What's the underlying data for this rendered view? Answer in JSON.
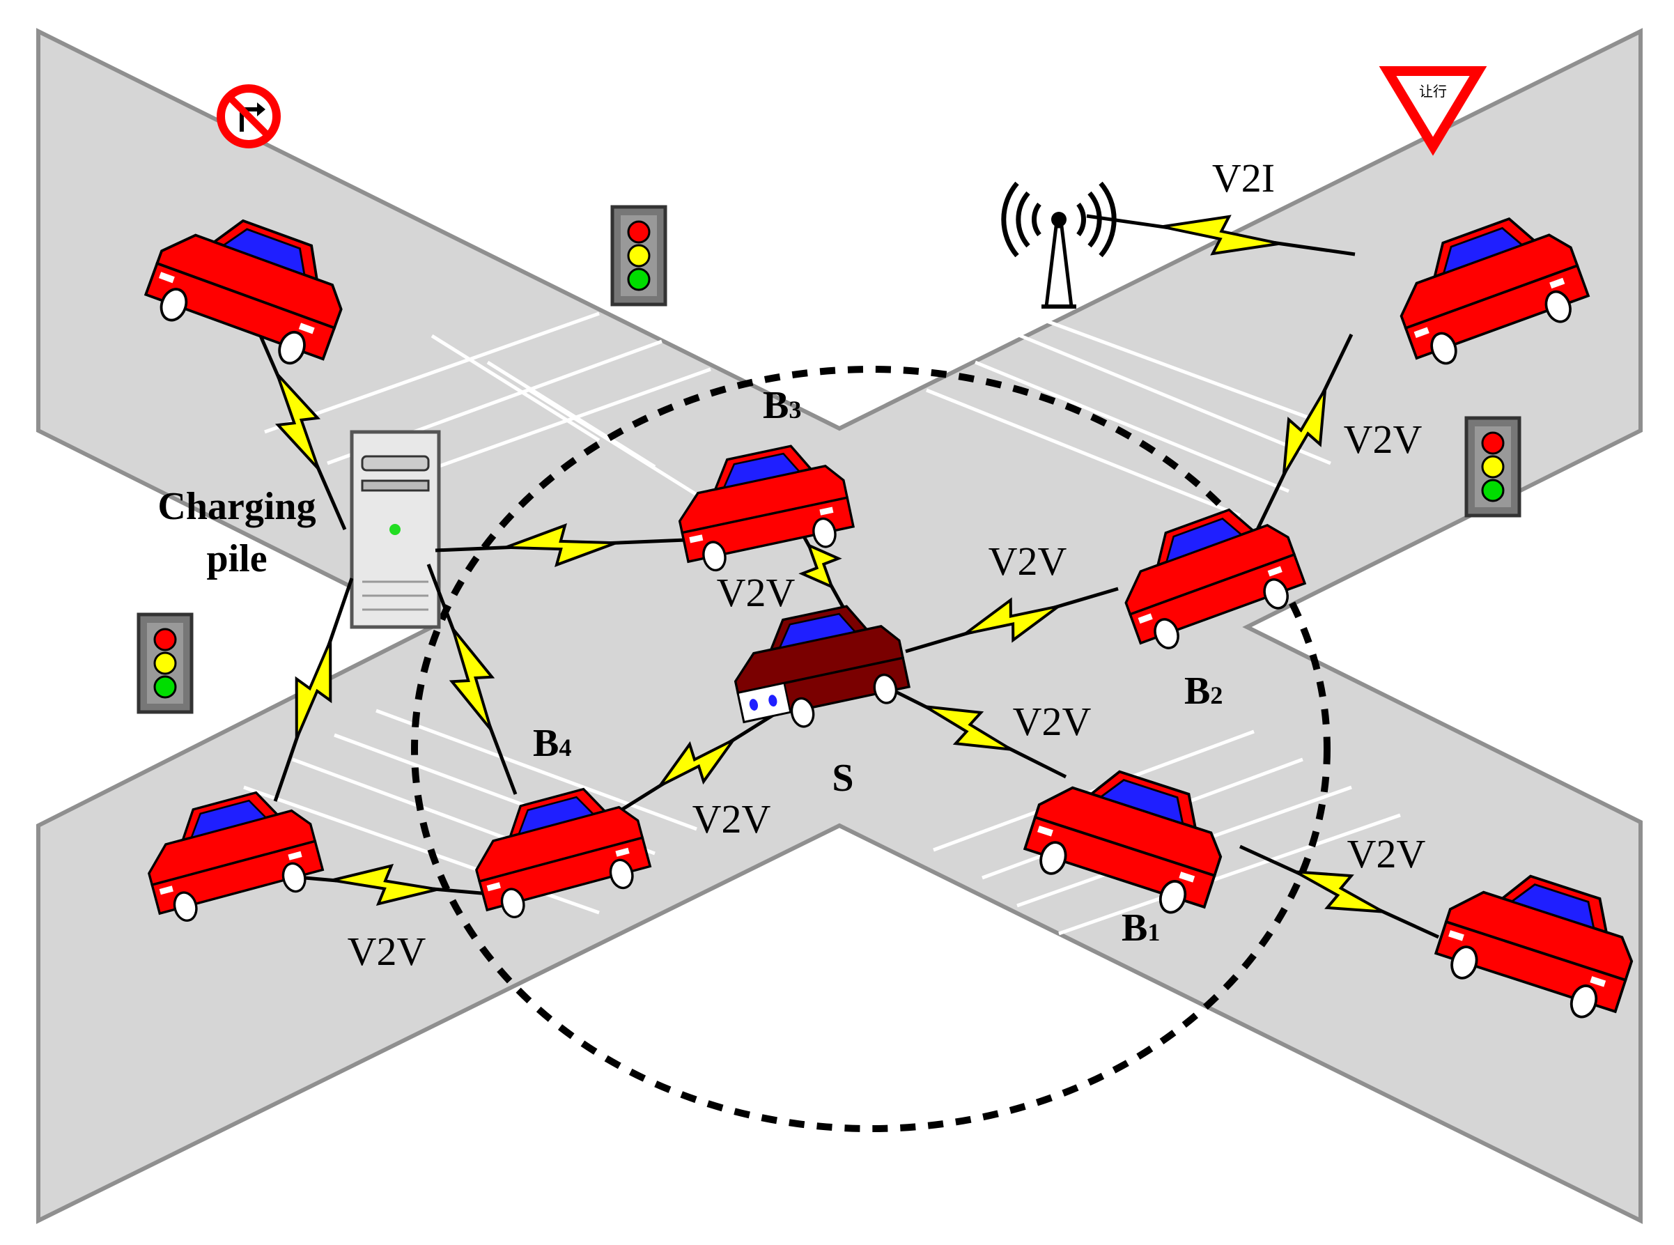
{
  "labels": {
    "charging_pile": [
      "Charging",
      "pile"
    ],
    "v2i": "V2I",
    "v2v": "V2V",
    "vehicle_s": "S",
    "b1": {
      "main": "B",
      "sub": "1"
    },
    "b2": {
      "main": "B",
      "sub": "2"
    },
    "b3": {
      "main": "B",
      "sub": "3"
    },
    "b4": {
      "main": "B",
      "sub": "4"
    }
  },
  "signs": {
    "yield": "让行",
    "no_right_turn_icon": "no-right-turn-icon",
    "traffic_light_icon": "traffic-light-icon",
    "antenna_icon": "antenna-tower-icon"
  },
  "colors": {
    "road": "#d6d6d6",
    "road_edge": "#8f8f8f",
    "car_body": "#ff0000",
    "car_window": "#1f1fff",
    "source_car_body": "#7a0000",
    "link": "#ffff00",
    "range_circle": "#000000"
  }
}
